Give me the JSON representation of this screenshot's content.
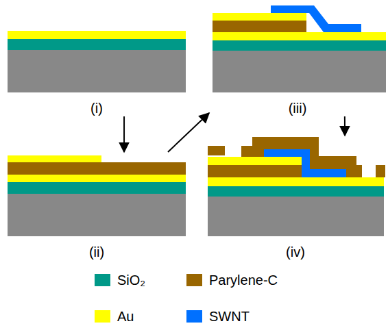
{
  "diagram": {
    "nodes": [
      {
        "text": [
          "(i)"
        ]
      },
      {
        "text": [
          "(ii)"
        ]
      },
      {
        "text": [
          "(iii)"
        ]
      },
      {
        "text": [
          "(iv)"
        ]
      }
    ],
    "edges": [
      {
        "from": 0,
        "to": 1,
        "arrow": "to"
      },
      {
        "from": 1,
        "to": 2,
        "arrow": "to"
      },
      {
        "from": 2,
        "to": 3,
        "arrow": "to"
      }
    ],
    "legend": [
      {
        "text": "SiO₂",
        "color": "#009988"
      },
      {
        "text": "Parylene-C",
        "color": "#996600"
      },
      {
        "text": "Au",
        "color": "#ffff00"
      },
      {
        "text": "SWNT",
        "color": "#0070ff"
      }
    ]
  }
}
